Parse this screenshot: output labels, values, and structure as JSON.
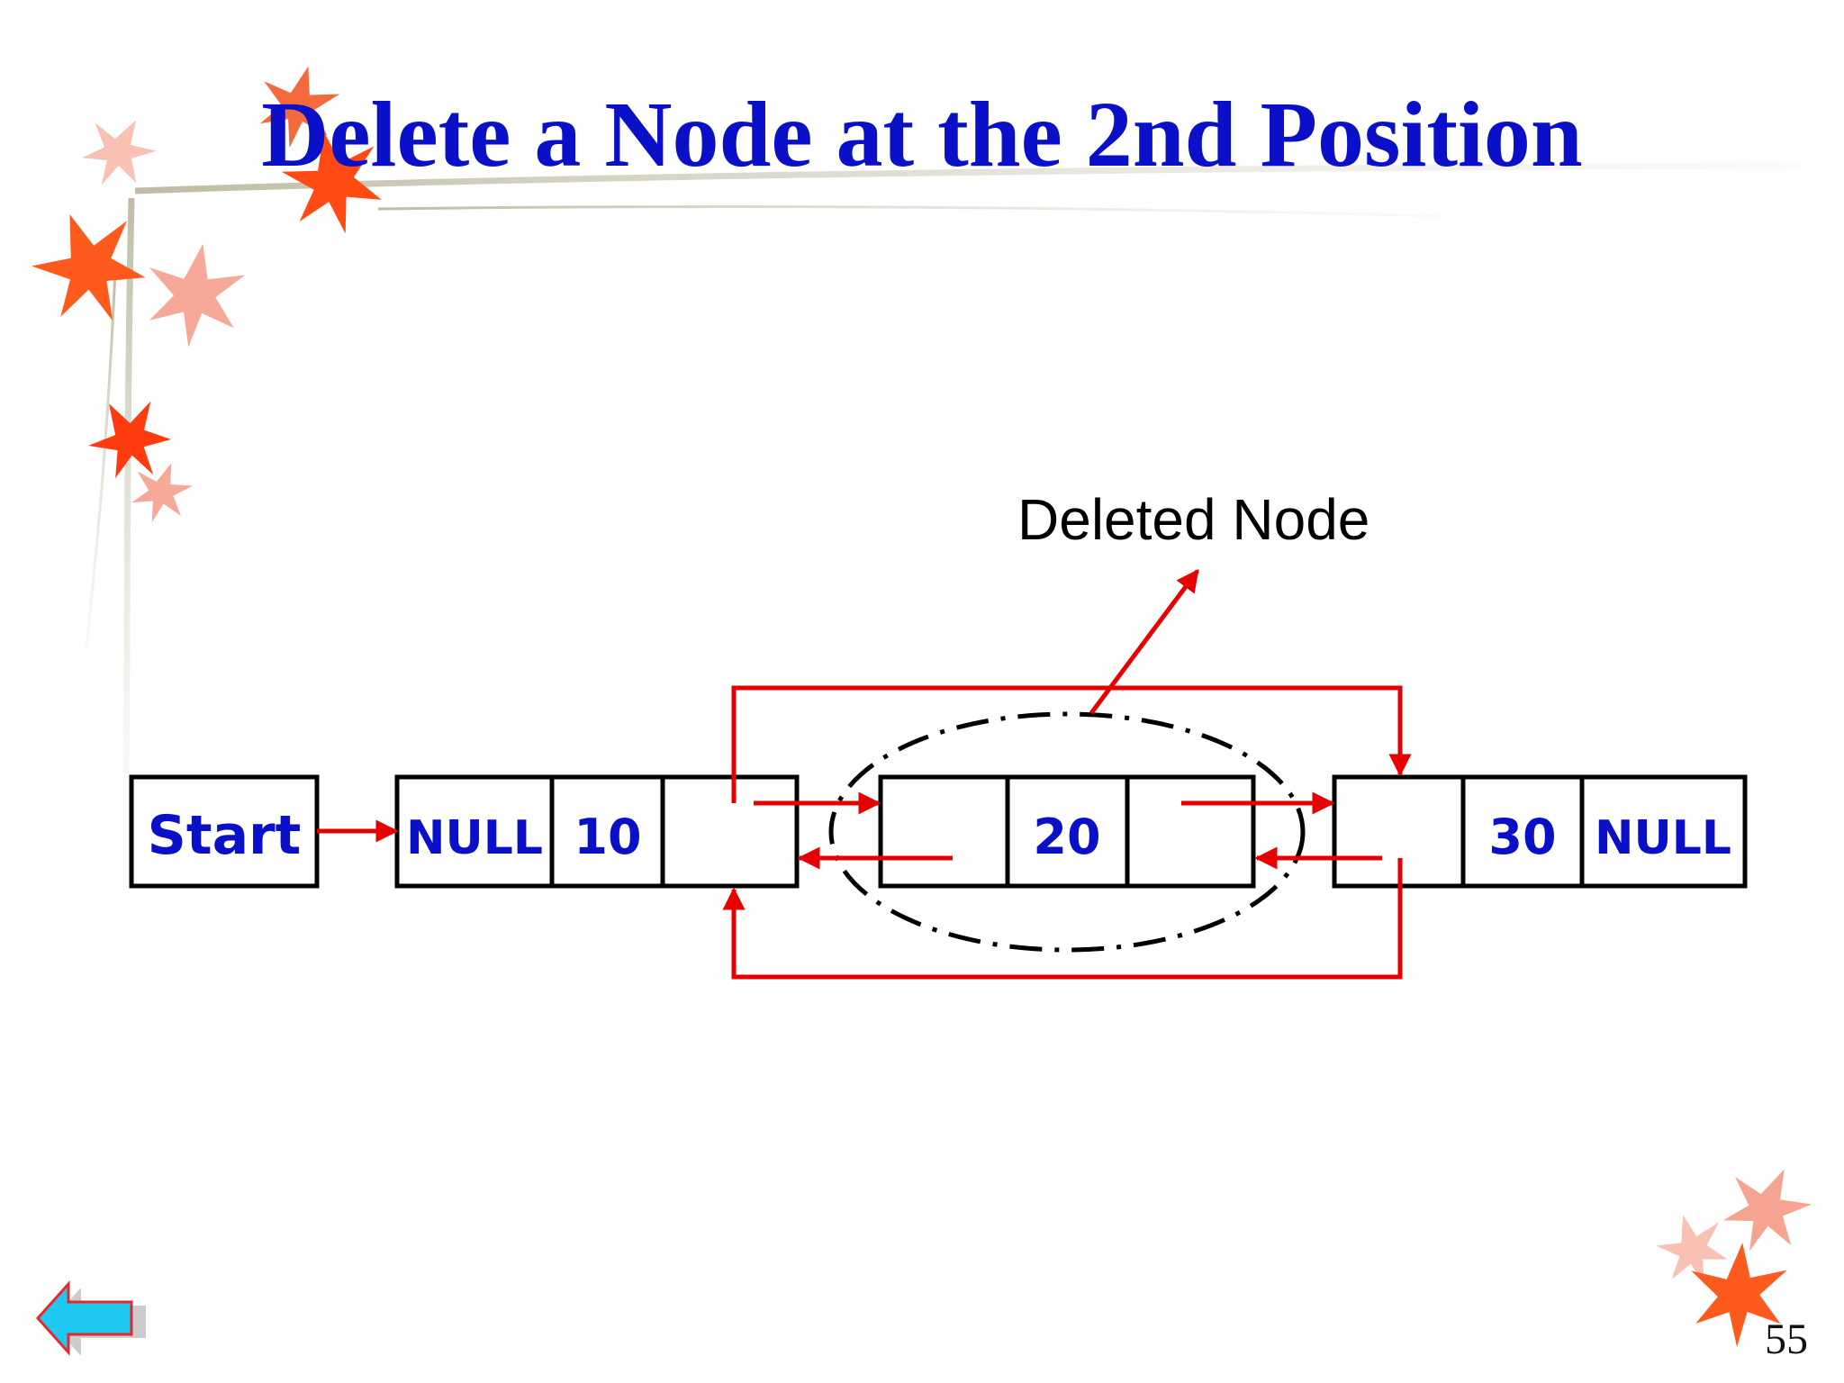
{
  "slide": {
    "title": "Delete a Node at the 2nd Position",
    "page_number": "55"
  },
  "diagram": {
    "annotation": "Deleted Node",
    "start_label": "Start",
    "nodes": [
      {
        "prev": "NULL",
        "value": "10",
        "next": ""
      },
      {
        "prev": "",
        "value": "20",
        "next": ""
      },
      {
        "prev": "",
        "value": "30",
        "next": "NULL"
      }
    ]
  },
  "colors": {
    "title": "#0a10c8",
    "cell_text": "#0a10c8",
    "pointer": "#e60000",
    "outline": "#000000",
    "leaf_orange": "#ff5a1e",
    "leaf_pink": "#f5a08c",
    "back_arrow": "#1ec8f0"
  },
  "icons": {
    "back": "left-arrow-icon",
    "decoration": "maple-leaf-icon"
  }
}
